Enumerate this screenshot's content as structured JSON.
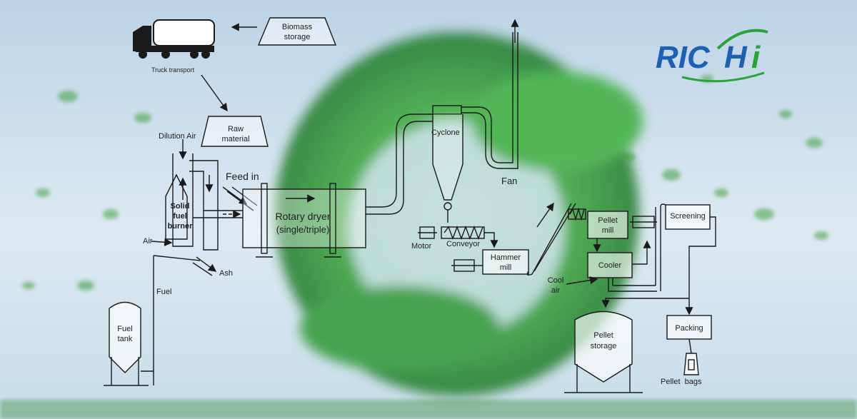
{
  "logo": {
    "text_main": "RIC",
    "text_h": "H",
    "text_i": "i",
    "color": "#1f5fb4",
    "accent": "#2aa43a"
  },
  "colors": {
    "sky_top": "#c9dcec",
    "sky_bottom": "#eaf2f7",
    "globe": "#3cae3c",
    "line": "#1a1a1a"
  },
  "labels": {
    "biomass_storage": [
      "Biomass",
      "storage"
    ],
    "truck_transport": "Truck transport",
    "raw_material": [
      "Raw",
      "material"
    ],
    "dilution_air": "Dilution Air",
    "feed_in": "Feed in",
    "solid_fuel_burner": [
      "Solid",
      "fuel",
      "burner"
    ],
    "rotary_dryer": [
      "Rotary dryer",
      "(single/triple)"
    ],
    "air": "Air",
    "ash": "Ash",
    "fuel": "Fuel",
    "fuel_tank": [
      "Fuel",
      "tank"
    ],
    "cyclone": "Cyclone",
    "fan": "Fan",
    "motor": "Motor",
    "conveyor": "Conveyor",
    "hammer_mill": [
      "Hammer",
      "mill"
    ],
    "cool_air": [
      "Cool",
      "air"
    ],
    "pellet_mill": [
      "Pellet",
      "mill"
    ],
    "cooler": "Cooler",
    "screening": "Screening",
    "pellet_storage": [
      "Pellet",
      "storage"
    ],
    "packing": "Packing",
    "pellet_bags": "Pellet  bags"
  }
}
